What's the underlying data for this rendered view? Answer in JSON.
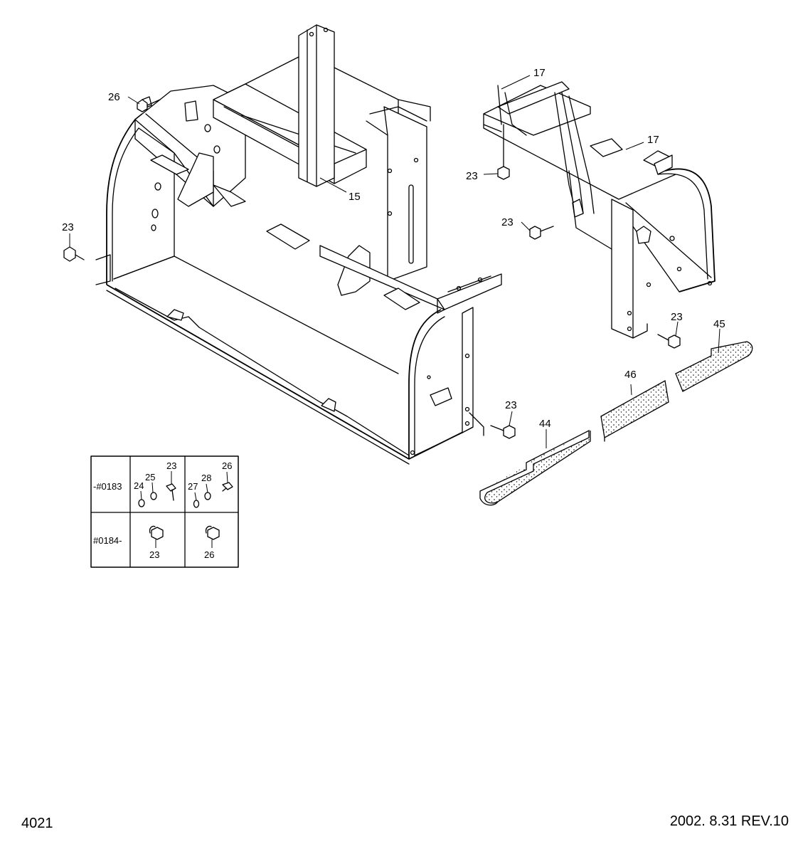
{
  "page_number": "4021",
  "revision": "2002. 8.31 REV.10",
  "callouts": {
    "c26_top": "26",
    "c15": "15",
    "c23_left": "23",
    "c17_top": "17",
    "c17_mid": "17",
    "c23_rb1": "23",
    "c23_rb2": "23",
    "c23_rb3": "23",
    "c45": "45",
    "c46": "46",
    "c23_front": "23",
    "c44": "44"
  },
  "variant_table": {
    "rows": [
      {
        "label": "-#0183",
        "cells": [
          {
            "parts": [
              "24",
              "25",
              "23"
            ]
          },
          {
            "parts": [
              "27",
              "28",
              "26"
            ]
          }
        ]
      },
      {
        "label": "#0184-",
        "cells": [
          {
            "parts": [
              "23"
            ]
          },
          {
            "parts": [
              "26"
            ]
          }
        ]
      }
    ]
  },
  "colors": {
    "line": "#000000",
    "background": "#ffffff"
  }
}
